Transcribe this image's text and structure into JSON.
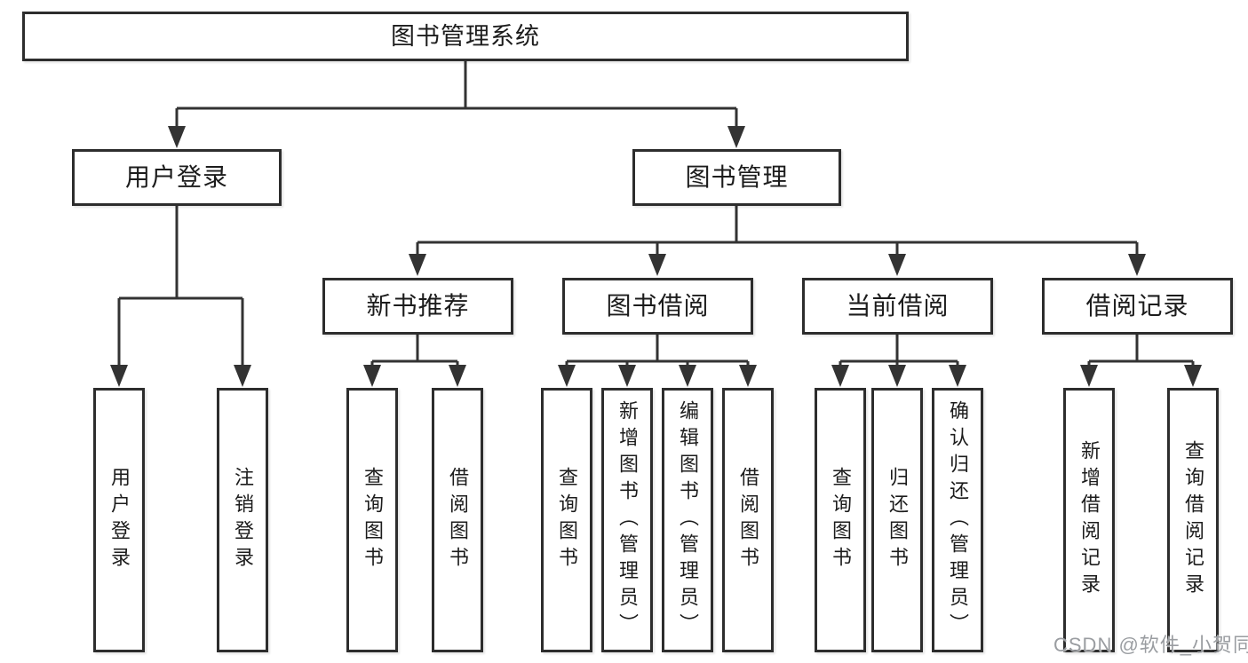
{
  "tree": {
    "root": "图书管理系统",
    "level2": {
      "user_login": "用户登录",
      "book_mgmt": "图书管理"
    },
    "level3": {
      "new_book": "新书推荐",
      "book_borrow": "图书借阅",
      "current_borrow": "当前借阅",
      "borrow_record": "借阅记录"
    },
    "leaves": {
      "user_login": [
        "用户登录",
        "注销登录"
      ],
      "new_book": [
        "查询图书",
        "借阅图书"
      ],
      "book_borrow": [
        "查询图书",
        "新增图书（管理员）",
        "编辑图书（管理员）",
        "借阅图书"
      ],
      "current_borrow": [
        "查询图书",
        "归还图书",
        "确认归还（管理员）"
      ],
      "borrow_record": [
        "新增借阅记录",
        "查询借阅记录"
      ]
    }
  },
  "watermark": "CSDN @软件_小贺同学",
  "colors": {
    "line": "#333333",
    "box_border": "#2d2d2d",
    "text": "#1c1c1c",
    "watermark": "#9a9da1",
    "background": "#ffffff"
  }
}
